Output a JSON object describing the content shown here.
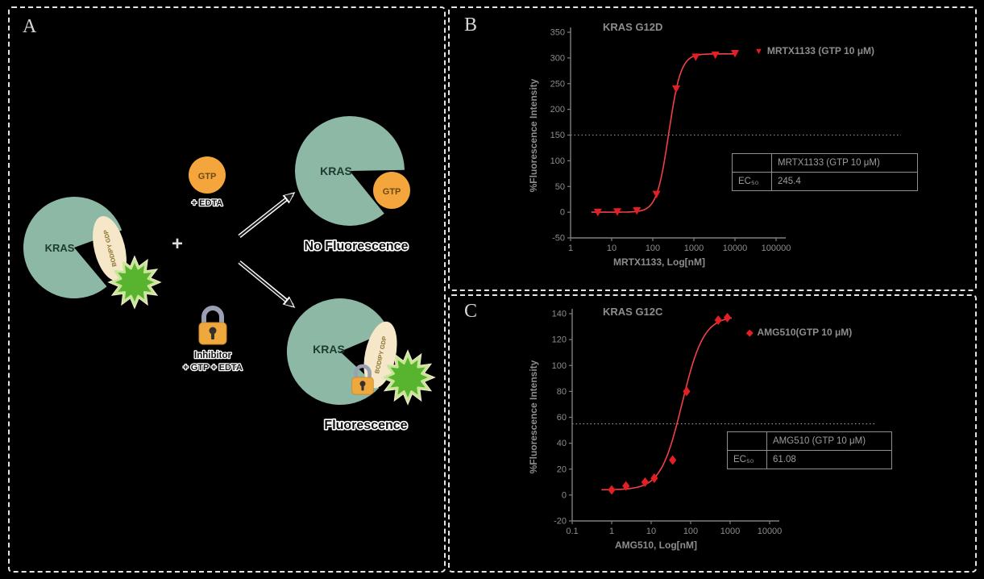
{
  "colors": {
    "curve_red": "#e31e24",
    "protein_teal": "#8cb8a5",
    "gtp_orange": "#f4a63c",
    "bodipy_tan": "#f6e7c9",
    "star_green": "#58b42e",
    "lock_gold": "#eea83d",
    "dashed_border": "#e4e4e4"
  },
  "panels": {
    "a": {
      "label": "A",
      "left_complex": {
        "kras": "KRAS",
        "bodipy": "BODIPY GDP"
      },
      "plus_sign": "+",
      "gtp_ball": "GTP",
      "edta_label": "+ EDTA",
      "inhibitor_label": "Inhibitor",
      "inhibitor_sub": "+ GTP + EDTA",
      "no_fluor": {
        "kras": "KRAS",
        "gtp": "GTP",
        "caption": "No Fluorescence"
      },
      "fluor": {
        "kras": "KRAS",
        "bodipy": "BODIPY GDP",
        "caption": "Fluorescence"
      }
    },
    "b": {
      "label": "B",
      "table": {
        "header": "MRTX1133 (GTP 10 μM)",
        "metric": "EC₅₀",
        "value": "245.4"
      }
    },
    "c": {
      "label": "C",
      "table": {
        "header": "AMG510 (GTP 10 μM)",
        "metric": "EC₅₀",
        "value": "61.08"
      }
    }
  },
  "chart_data": [
    {
      "id": "chart-b",
      "type": "scatter",
      "title": "KRAS G12D",
      "xlabel": "MRTX1133, Log[nM]",
      "ylabel": "%Fluorescence Intensity",
      "x_scale": "log",
      "xlim": [
        1,
        100000
      ],
      "ylim": [
        -50,
        350
      ],
      "x_ticks": [
        1,
        10,
        100,
        1000,
        10000,
        100000
      ],
      "y_ticks": [
        350,
        300,
        250,
        200,
        150,
        100,
        50,
        0,
        -50
      ],
      "grid": false,
      "legend": "MRTX1133 (GTP 10 μM)",
      "legend_position": "top-right",
      "marker_glyph": "▼",
      "series": [
        {
          "name": "MRTX1133 (GTP 10 μM)",
          "marker": "triangle-down",
          "color": "#e31e24",
          "x": [
            4.6,
            13.7,
            41,
            123,
            370,
            1111,
            3333,
            10000
          ],
          "y": [
            0,
            1,
            3,
            35,
            240,
            302,
            306,
            309
          ]
        }
      ],
      "fit_curve": {
        "model": "4PL",
        "bottom": 0,
        "top": 308,
        "ec50": 245.4,
        "hill": 3,
        "x_range": [
          3.2,
          11000
        ],
        "color": "#ef4146"
      },
      "threshold_line_y": 150,
      "ec50_nM": 245.4
    },
    {
      "id": "chart-c",
      "type": "scatter",
      "title": "KRAS G12C",
      "xlabel": "AMG510, Log[nM]",
      "ylabel": "%Fluorescence Intensity",
      "x_scale": "log",
      "xlim": [
        0.1,
        10000
      ],
      "ylim": [
        -20,
        140
      ],
      "x_ticks": [
        0.1,
        1,
        10,
        100,
        1000,
        10000
      ],
      "y_ticks": [
        140,
        120,
        100,
        80,
        60,
        40,
        20,
        0,
        -20
      ],
      "grid": false,
      "legend": "AMG510(GTP 10 μM)",
      "legend_position": "top-right",
      "marker_glyph": "◆",
      "series": [
        {
          "name": "AMG510(GTP 10 μM)",
          "marker": "diamond",
          "color": "#e31e24",
          "x": [
            1,
            2.3,
            7,
            12,
            35,
            79,
            500,
            850
          ],
          "y": [
            4,
            7,
            10,
            13,
            27,
            80,
            135,
            137
          ]
        }
      ],
      "fit_curve": {
        "model": "4PL",
        "bottom": 4,
        "top": 138,
        "ec50": 61.08,
        "hill": 1.6,
        "x_range": [
          0.55,
          1100
        ],
        "color": "#ef4146"
      },
      "threshold_line_y": 55,
      "ec50_nM": 61.08
    }
  ]
}
